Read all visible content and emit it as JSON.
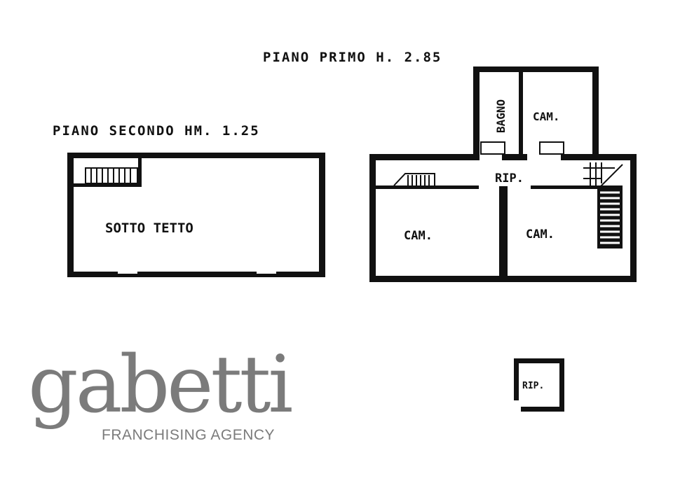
{
  "floors": {
    "primo": {
      "title": "PIANO PRIMO H. 2.85",
      "rooms": [
        "BAGNO",
        "CAM.",
        "RIP.",
        "CAM.",
        "CAM."
      ]
    },
    "secondo": {
      "title": "PIANO SECONDO HM. 1.25",
      "rooms": [
        "SOTTO TETTO"
      ]
    },
    "detail": {
      "rooms": [
        "RIP."
      ]
    }
  },
  "logo": {
    "name": "gabetti",
    "tagline": "FRANCHISING AGENCY",
    "color": "#7b7b7b"
  },
  "wall_color": "#111111"
}
